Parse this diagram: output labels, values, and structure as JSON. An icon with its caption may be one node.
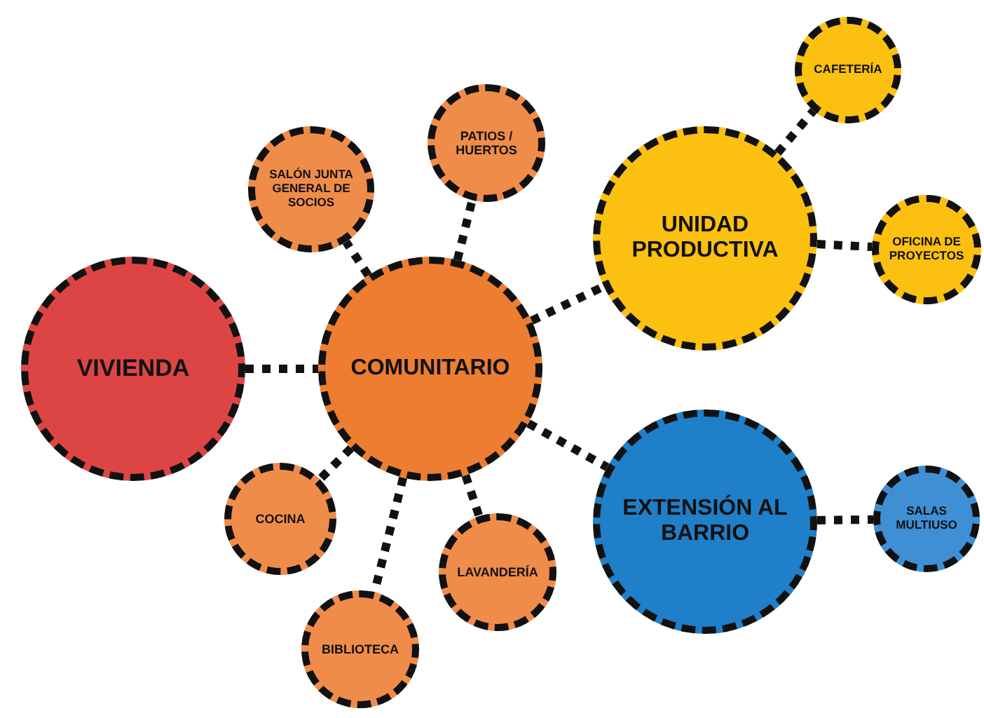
{
  "diagram": {
    "nodes": [
      {
        "text": [
          "VIVIENDA"
        ]
      },
      {
        "text": [
          "COMUNITARIO"
        ]
      },
      {
        "text": [
          "SALÓN JUNTA GENERAL DE SOCIOS"
        ]
      },
      {
        "text": [
          "PATIOS / HUERTOS"
        ]
      },
      {
        "text": [
          "UNIDAD PRODUCTIVA"
        ]
      },
      {
        "text": [
          "CAFETERÍA"
        ]
      },
      {
        "text": [
          "OFICINA DE PROYECTOS"
        ]
      },
      {
        "text": [
          "EXTENSIÓN AL BARRIO"
        ]
      },
      {
        "text": [
          "SALAS MULTIUSO"
        ]
      },
      {
        "text": [
          "COCINA"
        ]
      },
      {
        "text": [
          "BIBLIOTECA"
        ]
      },
      {
        "text": [
          "LAVANDERÍA"
        ]
      }
    ],
    "edges": [
      {
        "from": 0,
        "to": 1,
        "arrow": "none"
      },
      {
        "from": 1,
        "to": 2,
        "arrow": "none"
      },
      {
        "from": 1,
        "to": 3,
        "arrow": "none"
      },
      {
        "from": 1,
        "to": 4,
        "arrow": "none"
      },
      {
        "from": 1,
        "to": 7,
        "arrow": "none"
      },
      {
        "from": 4,
        "to": 5,
        "arrow": "none"
      },
      {
        "from": 4,
        "to": 6,
        "arrow": "none"
      },
      {
        "from": 7,
        "to": 8,
        "arrow": "none"
      },
      {
        "from": 1,
        "to": 9,
        "arrow": "none"
      },
      {
        "from": 1,
        "to": 10,
        "arrow": "none"
      },
      {
        "from": 1,
        "to": 11,
        "arrow": "none"
      }
    ]
  }
}
